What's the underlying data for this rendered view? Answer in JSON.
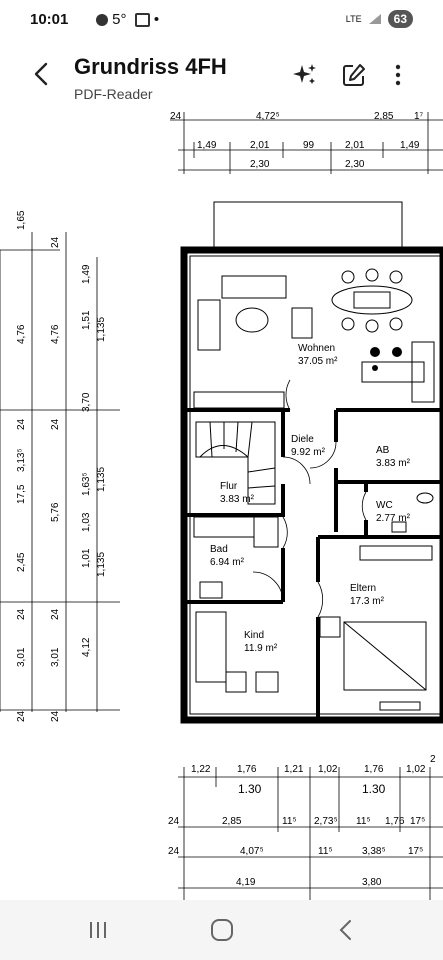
{
  "status": {
    "time": "10:01",
    "temperature": "5°",
    "network": "LTE",
    "battery": "63"
  },
  "app": {
    "title": "Grundriss 4FH",
    "subtitle": "PDF-Reader"
  },
  "icons": {
    "back": "back-arrow-icon",
    "ai": "sparkle-icon",
    "edit": "edit-icon",
    "menu": "more-vert-icon"
  },
  "plan": {
    "top_dims_row1": [
      "24",
      "4,72⁵",
      "2,85",
      "1⁷"
    ],
    "top_dims_row2": [
      "1,49",
      "2,01",
      "99",
      "2,01",
      "1,49"
    ],
    "top_dims_row3": [
      "2,30",
      "2,30"
    ],
    "left_dims_col1": [
      "1,65",
      "4,76",
      "24",
      "17,5",
      "3,13⁵",
      "2,45",
      "24",
      "3,01",
      "24"
    ],
    "left_dims_col2": [
      "24",
      "4,76",
      "24",
      "5,76",
      "24",
      "3,01",
      "24"
    ],
    "left_dims_col3": [
      "1,49",
      "1,51",
      "1,63⁵",
      "1,03",
      "1,01"
    ],
    "left_dims_col4": [
      "1,135",
      "3,70",
      "1,135",
      "1,135",
      "4,12"
    ],
    "rooms": [
      {
        "name": "Wohnen",
        "area": "37.05 m²"
      },
      {
        "name": "Diele",
        "area": "9.92 m²"
      },
      {
        "name": "AB",
        "area": "3.83 m²"
      },
      {
        "name": "Flur",
        "area": "3.83 m²"
      },
      {
        "name": "WC",
        "area": "2.77 m²"
      },
      {
        "name": "Bad",
        "area": "6.94 m²"
      },
      {
        "name": "Eltern",
        "area": "17.3 m²"
      },
      {
        "name": "Kind",
        "area": "11.9 m²"
      }
    ],
    "bottom_dims_row1": [
      "1,22",
      "1,76",
      "1,21",
      "1,02",
      "1,76",
      "1,02",
      "2"
    ],
    "bottom_dims_row2": [
      "1.30",
      "1.30"
    ],
    "bottom_dims_row3": [
      "24",
      "2,85",
      "11⁵",
      "2,73⁵",
      "11⁵",
      "1,76",
      "17⁵"
    ],
    "bottom_dims_row4": [
      "24",
      "4,07⁵",
      "11⁵",
      "3,38⁵",
      "17⁵"
    ],
    "bottom_dims_row5": [
      "4,19",
      "3,80"
    ]
  }
}
